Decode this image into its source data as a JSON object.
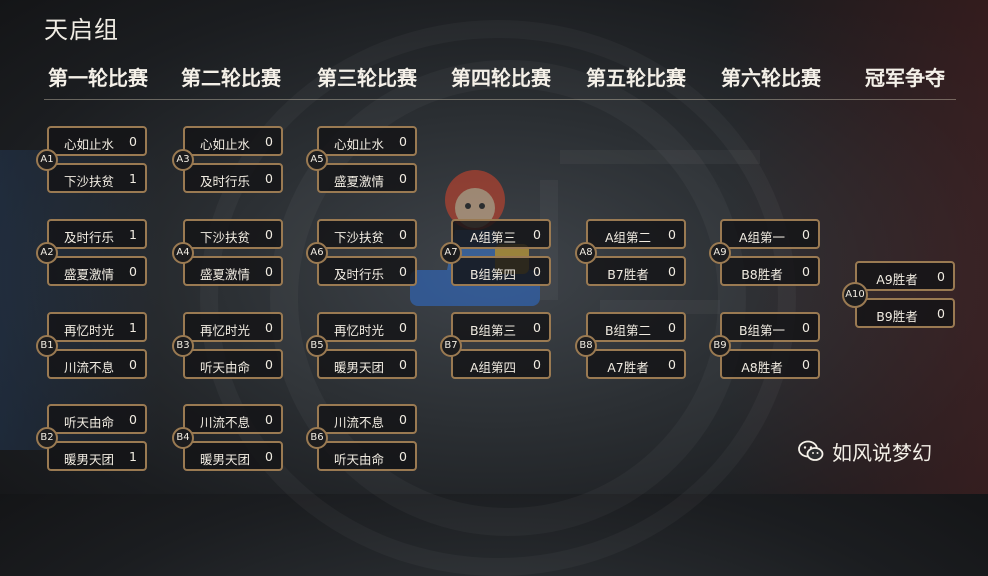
{
  "group_title": "天启组",
  "rounds": [
    "第一轮比赛",
    "第二轮比赛",
    "第三轮比赛",
    "第四轮比赛",
    "第五轮比赛",
    "第六轮比赛",
    "冠军争夺"
  ],
  "matches": [
    {
      "id": "A1",
      "teams": [
        {
          "name": "心如止水",
          "score": "0"
        },
        {
          "name": "下沙扶贫",
          "score": "1"
        }
      ]
    },
    {
      "id": "A2",
      "teams": [
        {
          "name": "及时行乐",
          "score": "1"
        },
        {
          "name": "盛夏激情",
          "score": "0"
        }
      ]
    },
    {
      "id": "B1",
      "teams": [
        {
          "name": "再忆时光",
          "score": "1"
        },
        {
          "name": "川流不息",
          "score": "0"
        }
      ]
    },
    {
      "id": "B2",
      "teams": [
        {
          "name": "听天由命",
          "score": "0"
        },
        {
          "name": "暖男天团",
          "score": "1"
        }
      ]
    },
    {
      "id": "A3",
      "teams": [
        {
          "name": "心如止水",
          "score": "0"
        },
        {
          "name": "及时行乐",
          "score": "0"
        }
      ]
    },
    {
      "id": "A4",
      "teams": [
        {
          "name": "下沙扶贫",
          "score": "0"
        },
        {
          "name": "盛夏激情",
          "score": "0"
        }
      ]
    },
    {
      "id": "B3",
      "teams": [
        {
          "name": "再忆时光",
          "score": "0"
        },
        {
          "name": "听天由命",
          "score": "0"
        }
      ]
    },
    {
      "id": "B4",
      "teams": [
        {
          "name": "川流不息",
          "score": "0"
        },
        {
          "name": "暖男天团",
          "score": "0"
        }
      ]
    },
    {
      "id": "A5",
      "teams": [
        {
          "name": "心如止水",
          "score": "0"
        },
        {
          "name": "盛夏激情",
          "score": "0"
        }
      ]
    },
    {
      "id": "A6",
      "teams": [
        {
          "name": "下沙扶贫",
          "score": "0"
        },
        {
          "name": "及时行乐",
          "score": "0"
        }
      ]
    },
    {
      "id": "B5",
      "teams": [
        {
          "name": "再忆时光",
          "score": "0"
        },
        {
          "name": "暖男天团",
          "score": "0"
        }
      ]
    },
    {
      "id": "B6",
      "teams": [
        {
          "name": "川流不息",
          "score": "0"
        },
        {
          "name": "听天由命",
          "score": "0"
        }
      ]
    },
    {
      "id": "A7",
      "teams": [
        {
          "name": "A组第三",
          "score": "0"
        },
        {
          "name": "B组第四",
          "score": "0"
        }
      ]
    },
    {
      "id": "B7",
      "teams": [
        {
          "name": "B组第三",
          "score": "0"
        },
        {
          "name": "A组第四",
          "score": "0"
        }
      ]
    },
    {
      "id": "A8",
      "teams": [
        {
          "name": "A组第二",
          "score": "0"
        },
        {
          "name": "B7胜者",
          "score": "0"
        }
      ]
    },
    {
      "id": "B8",
      "teams": [
        {
          "name": "B组第二",
          "score": "0"
        },
        {
          "name": "A7胜者",
          "score": "0"
        }
      ]
    },
    {
      "id": "A9",
      "teams": [
        {
          "name": "A组第一",
          "score": "0"
        },
        {
          "name": "B8胜者",
          "score": "0"
        }
      ]
    },
    {
      "id": "B9",
      "teams": [
        {
          "name": "B组第一",
          "score": "0"
        },
        {
          "name": "A8胜者",
          "score": "0"
        }
      ]
    },
    {
      "id": "A10",
      "teams": [
        {
          "name": "A9胜者",
          "score": "0"
        },
        {
          "name": "B9胜者",
          "score": "0"
        }
      ]
    }
  ],
  "watermark": {
    "text": "如风说梦幻",
    "icon": "wechat-icon"
  },
  "colors": {
    "border": "#9a7a52",
    "box_bg": "#141416",
    "text": "#f1ece2"
  }
}
